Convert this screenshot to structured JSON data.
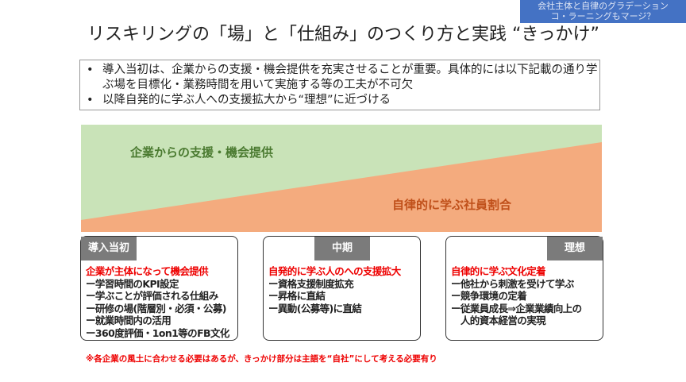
{
  "badge": {
    "line1": "会社主体と自律のグラデーション",
    "line2": "コ・ラーニングもマージ？",
    "color": "#4472c4"
  },
  "title": "リスキリングの「場」と「仕組み」のつくり方と実践 “きっかけ”",
  "bullets": [
    "導入当初は、企業からの支援・機会提供を充実させることが重要。具体的には以下記載の通り学ぶ場を目標化・業務時間を用いて実施する等の工夫が不可欠",
    "以降自発的に学ぶ人への支援拡大から“理想”に近づける"
  ],
  "bullet_glyph": "•",
  "diagram": {
    "support_label": "企業からの支援・機会提供",
    "autonomy_label": "自律的に学ぶ社員割合",
    "green": "#c9e3b8",
    "orange": "#f4ab7e"
  },
  "phases": [
    {
      "label": "導入当初",
      "heading": "企業が主体になって機会提供",
      "items": [
        "ー学習時間のKPI設定",
        "ー学ぶことが評価される仕組み",
        "ー研修の場(階層別・必須・公募)",
        "ー就業時間内の活用",
        "ー360度評価・1on1等のFB文化"
      ]
    },
    {
      "label": "中期",
      "heading": "自発的に学ぶ人のへの支援拡大",
      "items": [
        "ー資格支援制度拡充",
        "ー昇格に直結",
        "ー異動(公募等)に直結"
      ]
    },
    {
      "label": "理想",
      "heading": "自律的に学ぶ文化定着",
      "items": [
        "ー他社から刺激を受けて学ぶ",
        "ー競争環境の定着",
        "ー従業員成長⇒企業業績向上の　人的資本経営の実現"
      ]
    }
  ],
  "footnote": "※各企業の風土に合わせる必要はあるが、きっかけ部分は主語を“自社”にして考える必要有り"
}
